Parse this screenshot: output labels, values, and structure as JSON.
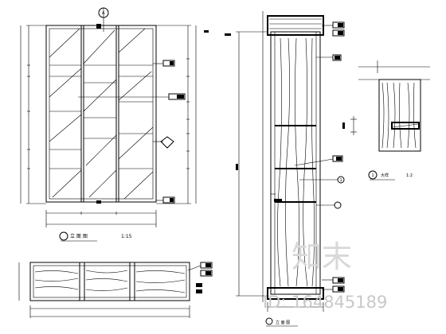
{
  "drawing": {
    "title_left": "立 面 图",
    "scale_left": "1:15",
    "title_right": "立 面 图",
    "title_detail": "大样",
    "scale_detail": "1:2",
    "detail_circle": "1",
    "marker_ref": "1",
    "section_label": "A"
  },
  "watermark": {
    "brand": "知末",
    "id_text": "ID: 164845189"
  }
}
